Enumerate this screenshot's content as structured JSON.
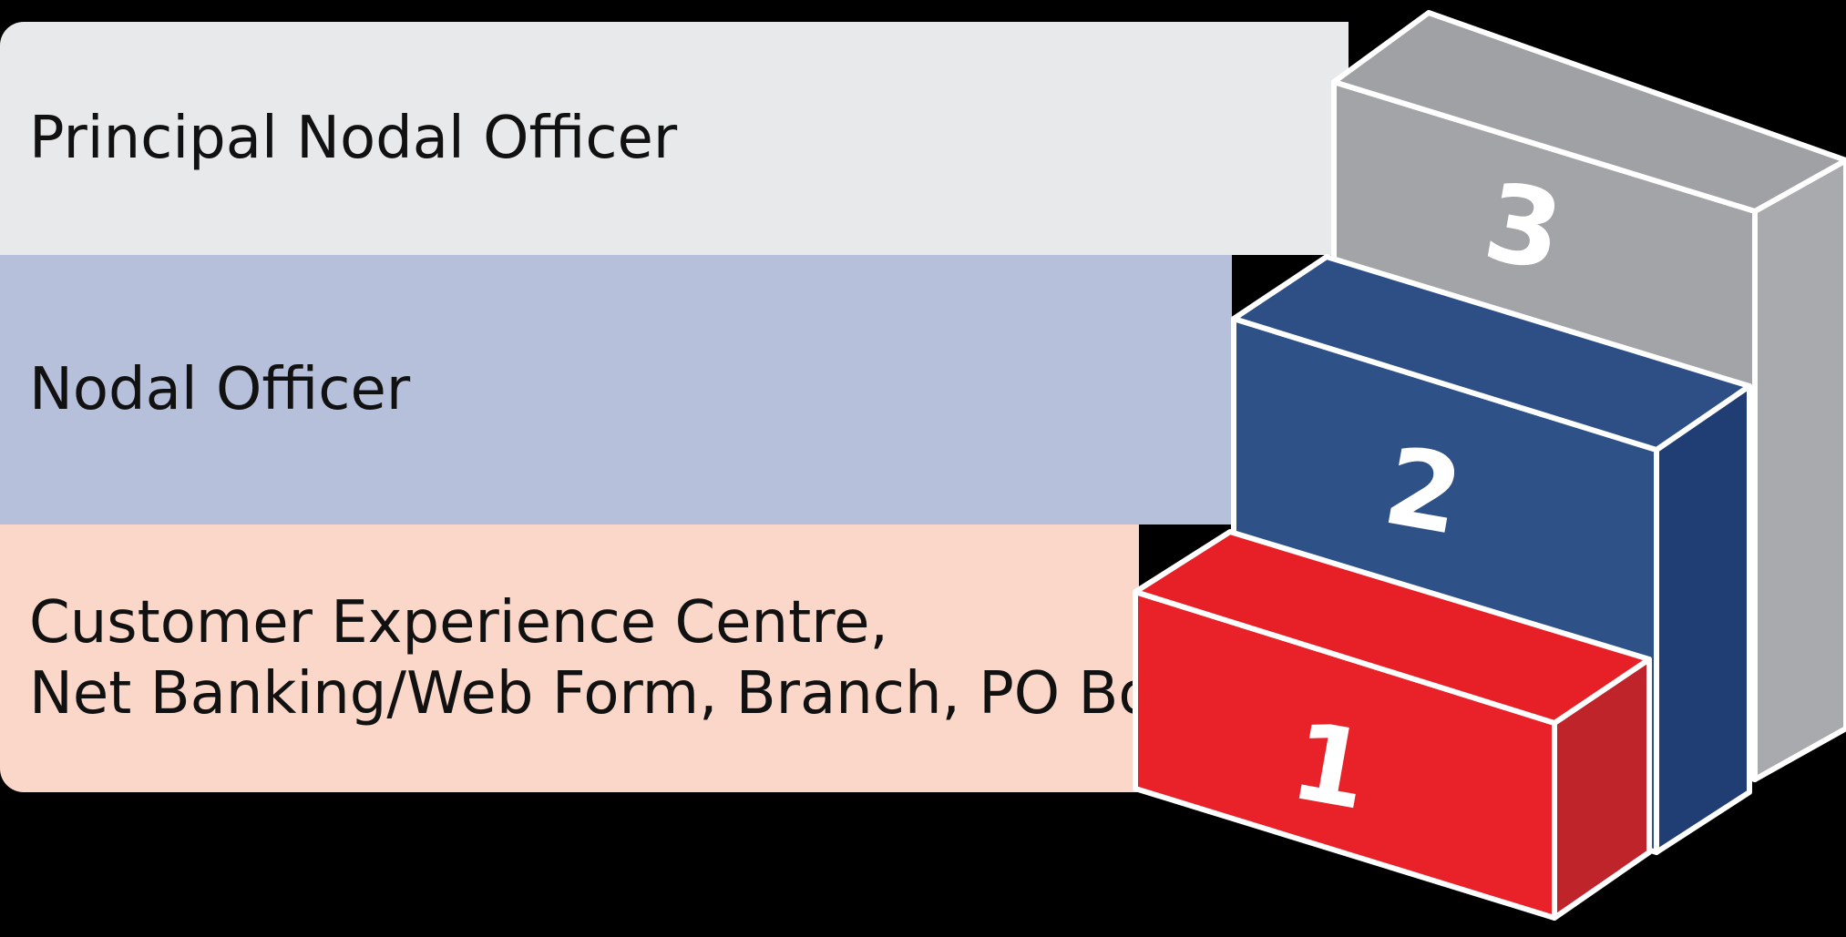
{
  "levels": [
    {
      "number": "3",
      "label_lines": [
        "Principal Nodal Officer"
      ],
      "band_color": "#e8e9ea",
      "step_front": "#a3a4a8",
      "step_top": "#a0a1a5",
      "step_side": "#a9aaad"
    },
    {
      "number": "2",
      "label_lines": [
        "Nodal Officer"
      ],
      "band_color": "#b7c0db",
      "step_front": "#2e5188",
      "step_top": "#2d4f86",
      "step_side": "#203e74"
    },
    {
      "number": "1",
      "label_lines": [
        "Customer Experience Centre,",
        "Net Banking/Web Form, Branch, PO Box"
      ],
      "band_color": "#fad7c8",
      "step_front": "#e9222a",
      "step_top": "#e72028",
      "step_side": "#c0242b"
    }
  ]
}
